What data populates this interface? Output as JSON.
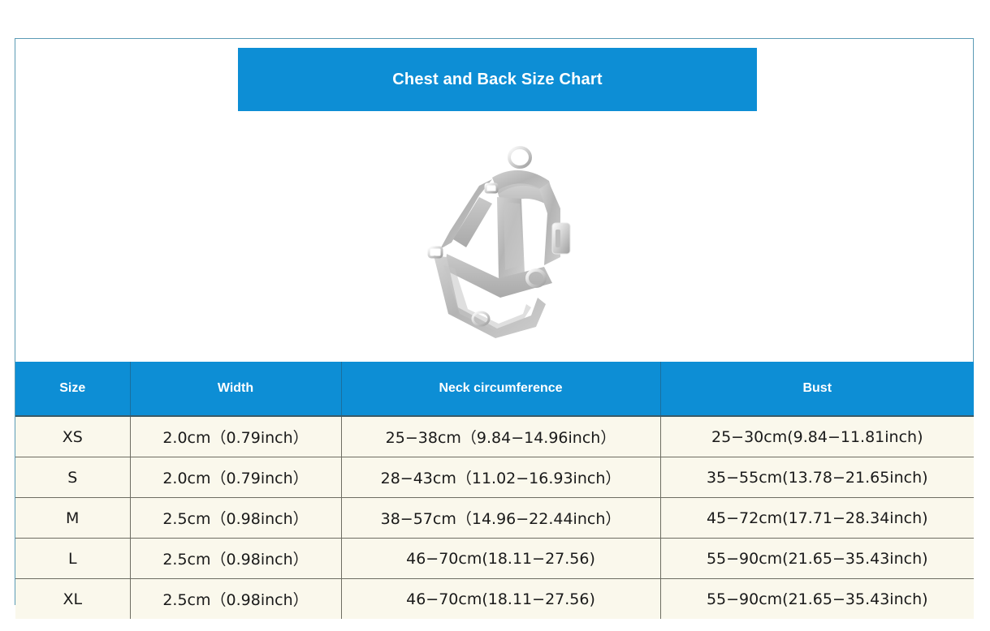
{
  "banner": {
    "title": "Chest and Back Size Chart",
    "background_color": "#0d8ed5",
    "text_color": "#ffffff"
  },
  "product_image": {
    "alt": "grey adjustable dog harness with metal D-ring and side release buckles",
    "icon_name": "dog-harness-photo",
    "dominant_color": "#b8b8b8"
  },
  "card": {
    "border_color": "#5b9bb5",
    "background_color": "#ffffff"
  },
  "table": {
    "header_background": "#0d8ed5",
    "header_text_color": "#ffffff",
    "cell_background": "#faf8ec",
    "cell_text_color": "#1a1a1a",
    "grid_color": "#6d6d62",
    "columns": [
      "Size",
      "Width",
      "Neck circumference",
      "Bust"
    ],
    "rows": [
      {
        "size": "XS",
        "width": "2.0cm（0.79inch）",
        "neck": "25−38cm（9.84−14.96inch）",
        "bust": "25−30cm(9.84−11.81inch)"
      },
      {
        "size": "S",
        "width": "2.0cm（0.79inch）",
        "neck": "28−43cm（11.02−16.93inch）",
        "bust": "35−55cm(13.78−21.65inch)"
      },
      {
        "size": "M",
        "width": "2.5cm（0.98inch）",
        "neck": "38−57cm（14.96−22.44inch）",
        "bust": "45−72cm(17.71−28.34inch)"
      },
      {
        "size": "L",
        "width": "2.5cm（0.98inch）",
        "neck": "46−70cm(18.11−27.56)",
        "bust": "55−90cm(21.65−35.43inch)"
      },
      {
        "size": "XL",
        "width": "2.5cm（0.98inch）",
        "neck": "46−70cm(18.11−27.56)",
        "bust": "55−90cm(21.65−35.43inch)"
      }
    ]
  }
}
